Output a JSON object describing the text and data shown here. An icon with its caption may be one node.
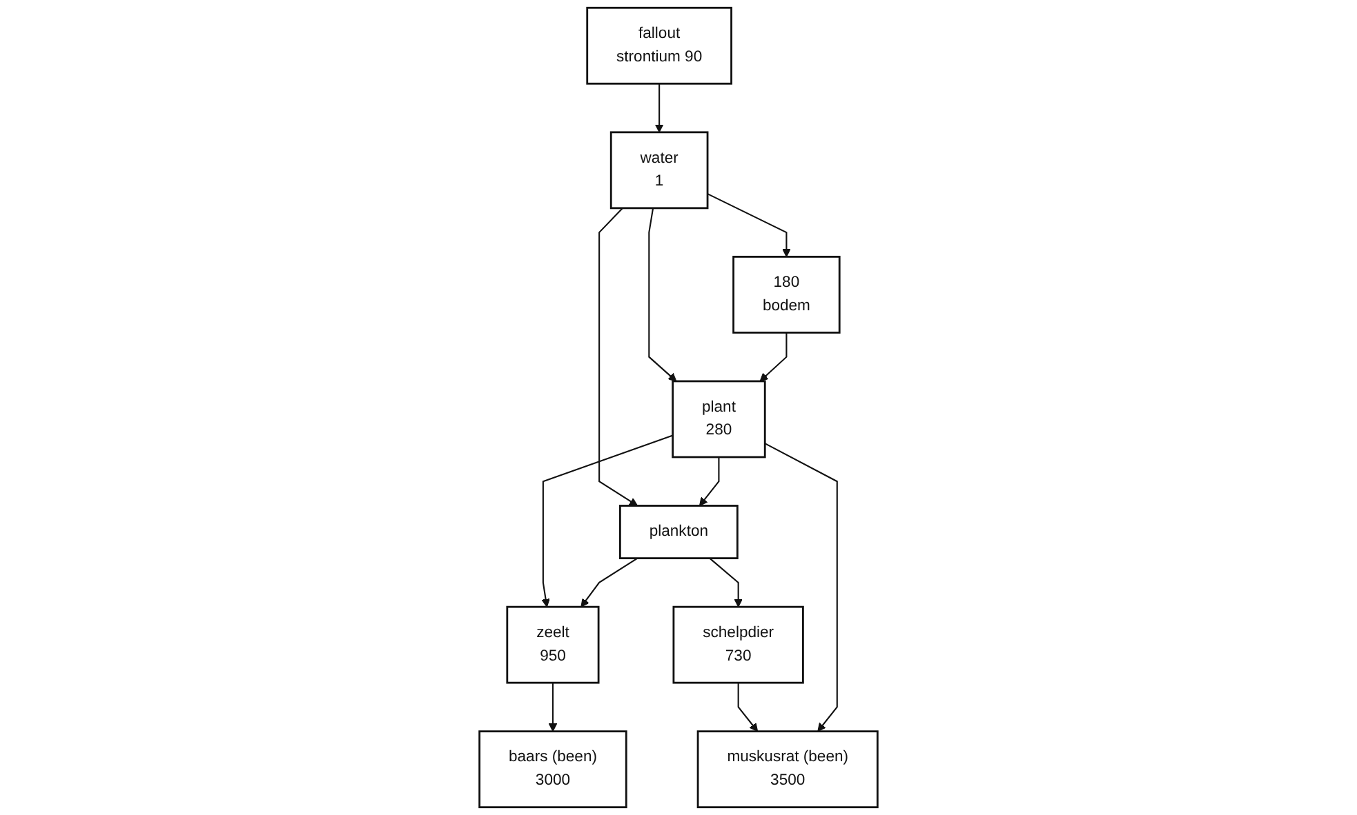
{
  "diagram": {
    "nodes": [
      {
        "text": [
          "fallout",
          "strontium 90"
        ]
      },
      {
        "text": [
          "muskusrat (been)",
          "3500"
        ]
      },
      {
        "text": [
          "baars (been)",
          "3000"
        ]
      },
      {
        "text": [
          "water",
          "1"
        ]
      },
      {
        "text": [
          "zeelt",
          "950"
        ]
      },
      {
        "text": [
          "plankton"
        ]
      },
      {
        "text": [
          "plant",
          "280"
        ]
      },
      {
        "text": [
          "schelpdier",
          "730"
        ]
      },
      {
        "text": [
          "180",
          "bodem"
        ]
      }
    ],
    "edges": [
      {
        "from": 0,
        "to": 3,
        "arrow": "to"
      },
      {
        "from": 4,
        "to": 2,
        "arrow": "to"
      },
      {
        "from": 7,
        "to": 1,
        "arrow": "to"
      },
      {
        "from": 6,
        "to": 1,
        "arrow": "to"
      },
      {
        "from": 6,
        "to": 4,
        "arrow": "to"
      },
      {
        "from": 5,
        "to": 4,
        "arrow": "to"
      },
      {
        "from": 3,
        "to": 5,
        "arrow": "to"
      },
      {
        "from": 3,
        "to": 8,
        "arrow": "to"
      },
      {
        "from": 3,
        "to": 6,
        "arrow": "to"
      },
      {
        "from": 8,
        "to": 6,
        "arrow": "to"
      },
      {
        "from": 5,
        "to": 7,
        "arrow": "to"
      },
      {
        "from": 6,
        "to": 5,
        "arrow": "to"
      }
    ]
  }
}
